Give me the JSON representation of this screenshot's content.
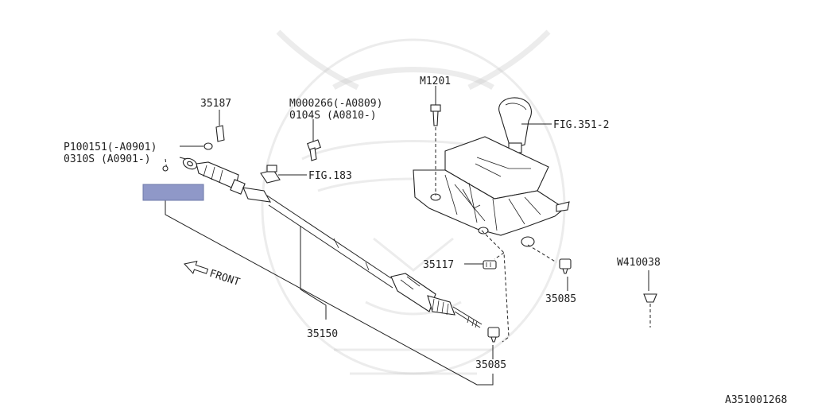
{
  "labels": {
    "l35187": "35187",
    "lP100151": "P100151(-A0901)",
    "l0310S": "0310S  (A0901-)",
    "lM000266": "M000266(-A0809)",
    "l0104S": "0104S  (A0810-)",
    "lM1201": "M1201",
    "lFIG3512": "FIG.351-2",
    "lFIG183": "FIG.183",
    "l35117": "35117",
    "l35085a": "35085",
    "l35085b": "35085",
    "lW410038": "W410038",
    "l35150": "35150",
    "lFRONT": "FRONT",
    "lCode": "A351001268"
  },
  "colors": {
    "highlight": "#8f98c8",
    "line": "#222222"
  }
}
